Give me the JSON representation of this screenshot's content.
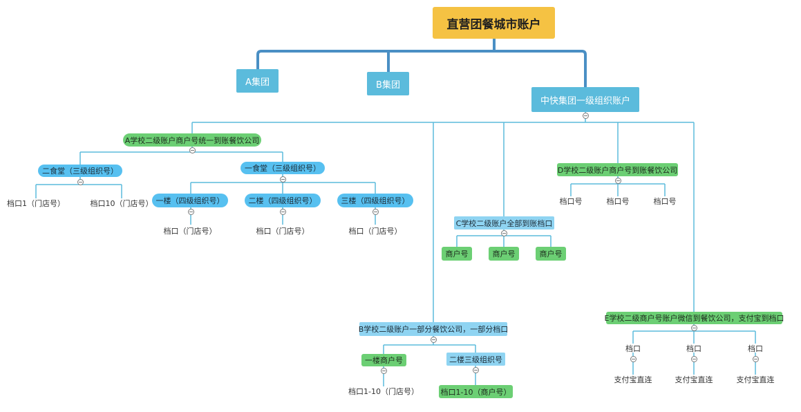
{
  "root": "直营团餐城市账户",
  "groupA": "A集团",
  "groupB": "B集团",
  "groupZK": "中快集团一级组织账户",
  "schoolA": {
    "label": "A学校二级账户商户号统一到账餐饮公司",
    "canteen2": "二食堂（三级组织号）",
    "canteen2_children": [
      "档口1（门店号）",
      "档口10（门店号）"
    ],
    "canteen1": "一食堂（三级组织号）",
    "floors": [
      {
        "label": "一楼（四级组织号）",
        "child": "档口（门店号）"
      },
      {
        "label": "二楼（四级组织号）",
        "child": "档口（门店号）"
      },
      {
        "label": "三楼（四级组织号）",
        "child": "档口（门店号）"
      }
    ]
  },
  "schoolB": {
    "label": "B学校二级账户一部分餐饮公司，一部分档口",
    "floor1": "一楼商户号",
    "floor1_child": "档口1-10（门店号）",
    "floor2": "二楼三级组织号",
    "floor2_child": "档口1-10（商户号）"
  },
  "schoolC": {
    "label": "C学校二级账户全部到账档口",
    "children": [
      "商户号",
      "商户号",
      "商户号"
    ]
  },
  "schoolD": {
    "label": "D学校二级账户商户号到账餐饮公司",
    "children": [
      "档口号",
      "档口号",
      "档口号"
    ]
  },
  "schoolE": {
    "label": "E学校二级商户号账户微信到餐饮公司，支付宝到档口",
    "stalls": [
      "档口",
      "档口",
      "档口"
    ],
    "stall_children": [
      "支付宝直连",
      "支付宝直连",
      "支付宝直连"
    ]
  }
}
